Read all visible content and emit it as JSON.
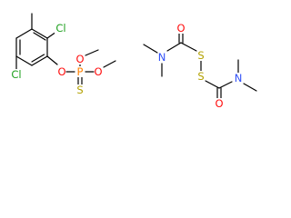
{
  "colors": {
    "carbon": "#000000",
    "chlorine": "#1fa01f",
    "oxygen": "#ff0d0d",
    "phosphorus": "#ff8000",
    "sulfur": "#b3a100",
    "nitrogen": "#3050f8",
    "background": "#ffffff"
  },
  "molecules": [
    {
      "atoms": [
        {
          "label": "Cl",
          "element": "chlorine"
        },
        {
          "label": "Cl",
          "element": "chlorine"
        },
        {
          "label": "O",
          "element": "oxygen"
        },
        {
          "label": "P",
          "element": "phosphorus"
        },
        {
          "label": "O",
          "element": "oxygen"
        },
        {
          "label": "O",
          "element": "oxygen"
        },
        {
          "label": "S",
          "element": "sulfur"
        }
      ]
    },
    {
      "atoms": [
        {
          "label": "O",
          "element": "oxygen"
        },
        {
          "label": "N",
          "element": "nitrogen"
        },
        {
          "label": "S",
          "element": "sulfur"
        },
        {
          "label": "S",
          "element": "sulfur"
        },
        {
          "label": "N",
          "element": "nitrogen"
        },
        {
          "label": "O",
          "element": "oxygen"
        }
      ]
    }
  ]
}
